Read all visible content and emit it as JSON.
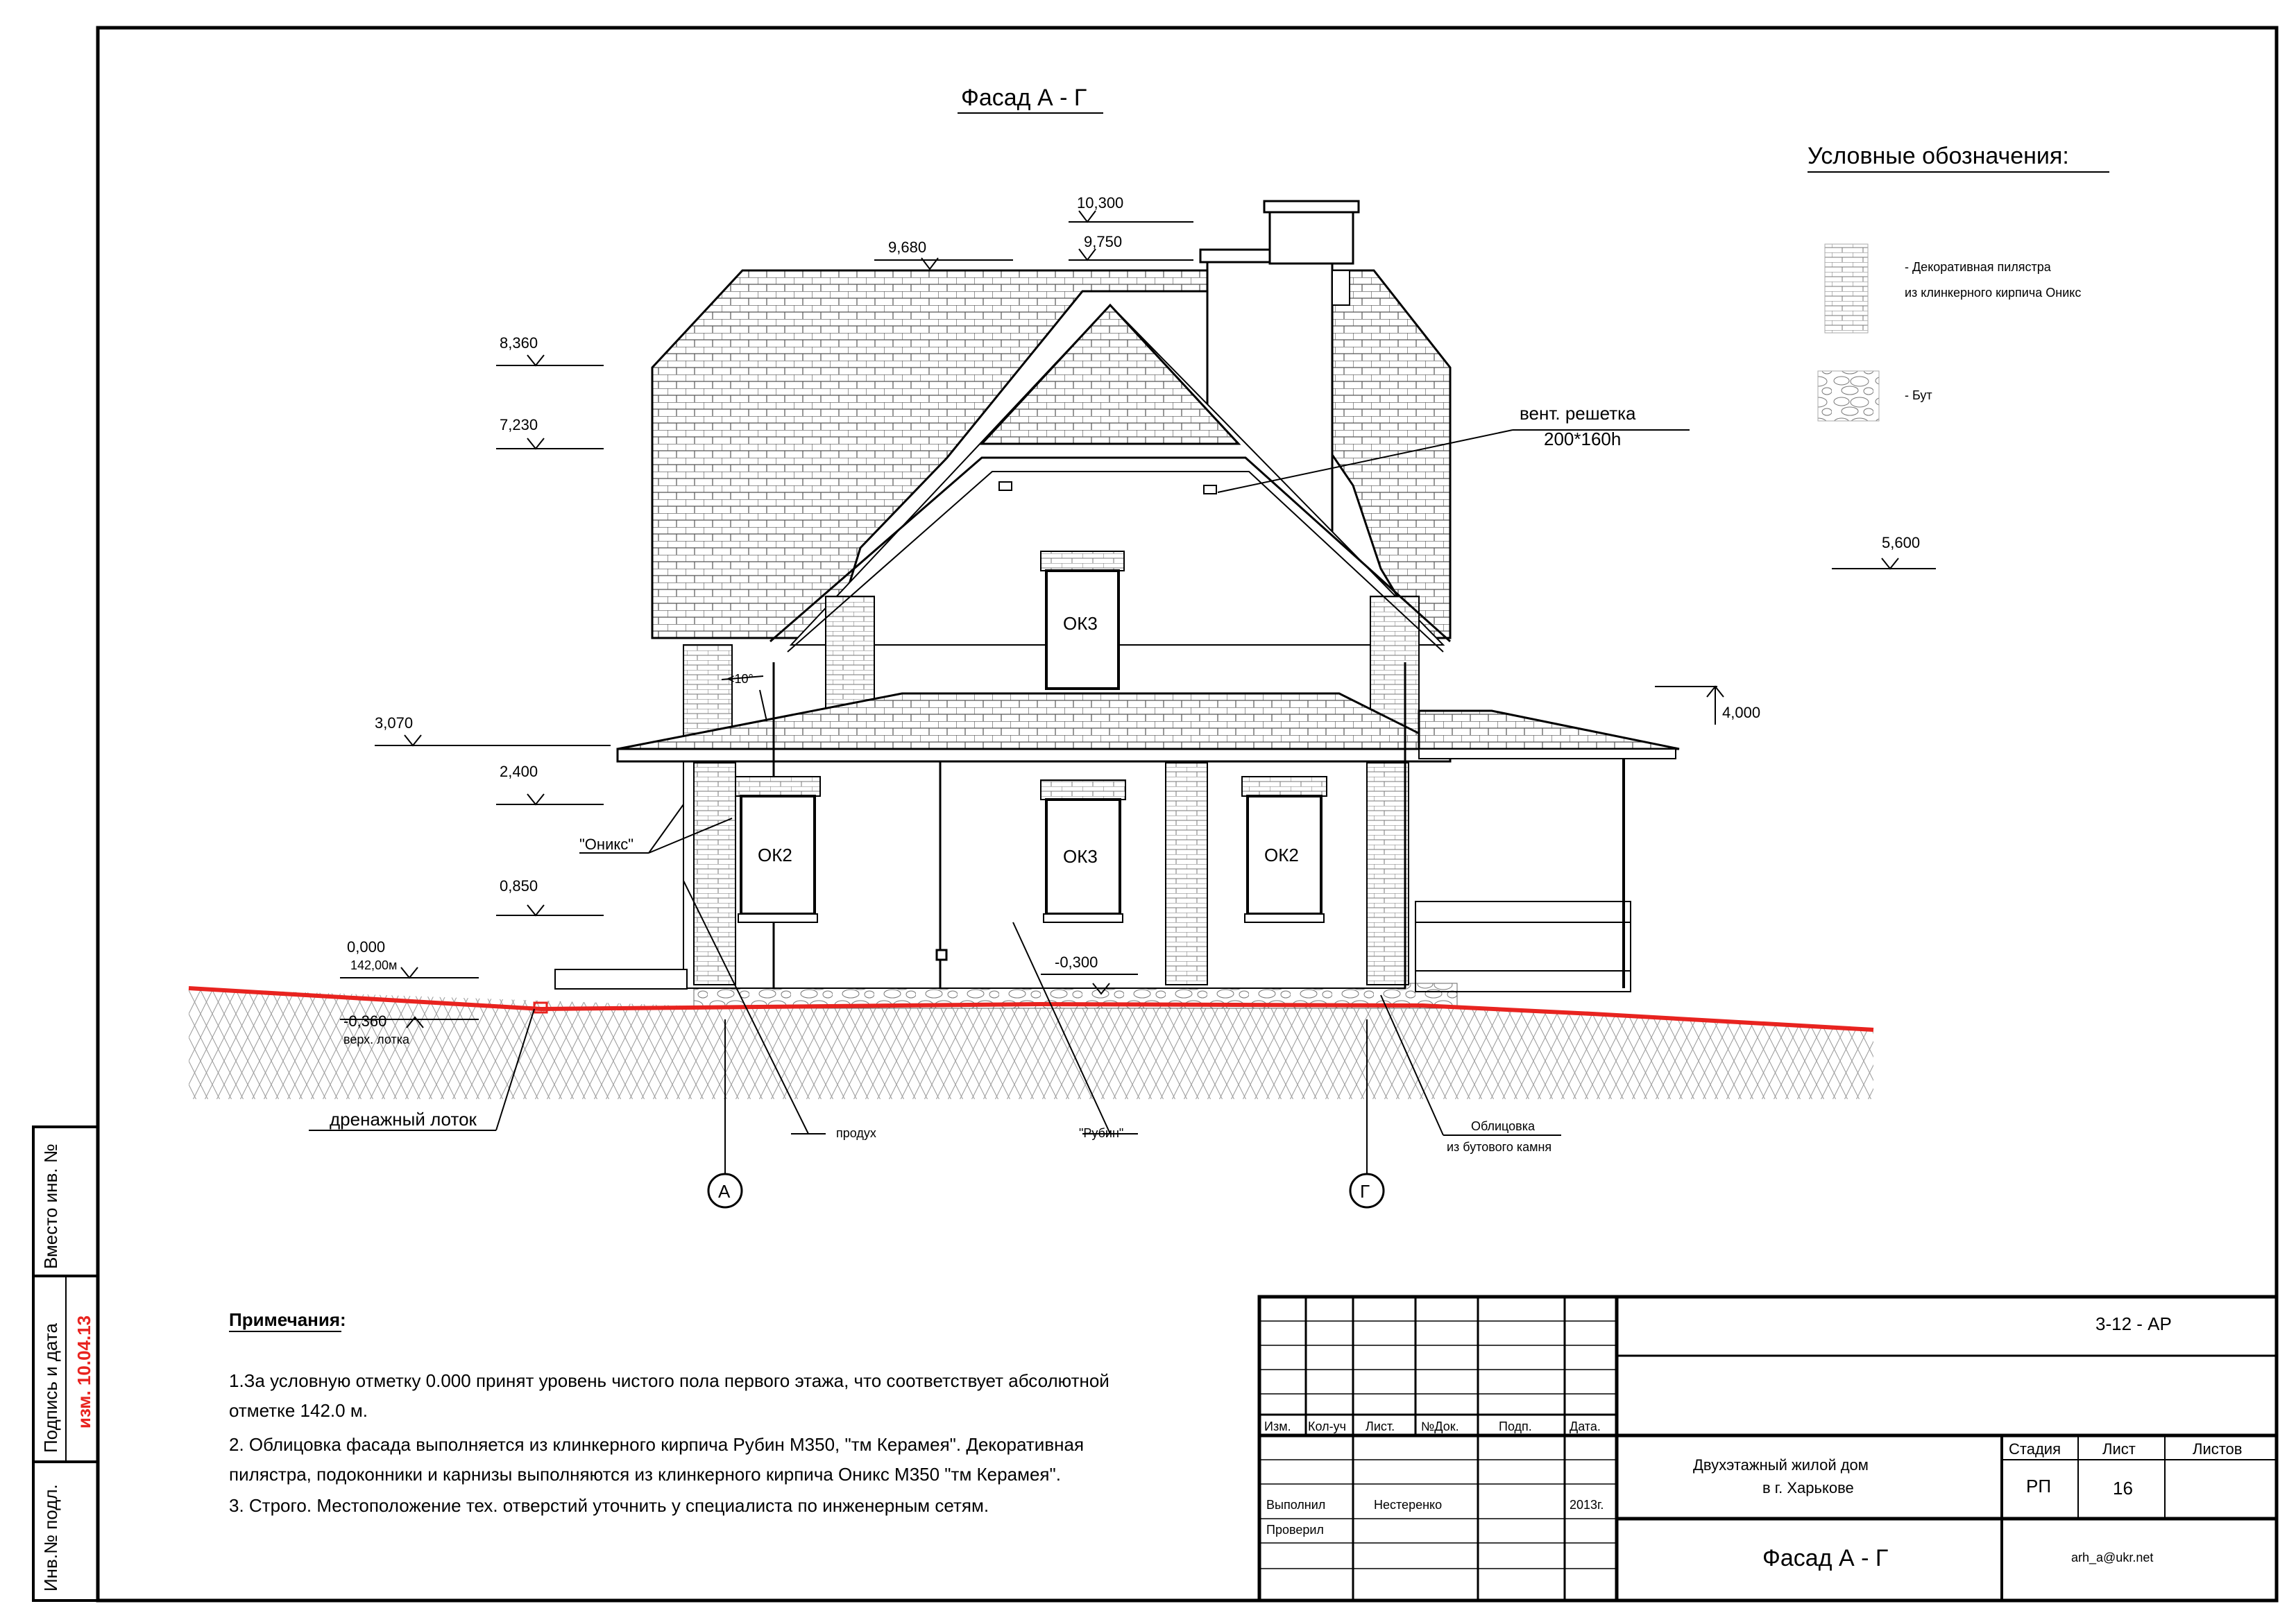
{
  "drawing": {
    "title": "Фасад А - Г",
    "legend": {
      "title": "Условные обозначения:",
      "items": [
        {
          "line1": "- Декоративная пилястра",
          "line2": "из клинкерного  кирпича Оникс"
        },
        {
          "line1": "- Бут",
          "line2": ""
        }
      ]
    },
    "levels": {
      "l10300": "10,300",
      "l9750": "9,750",
      "l9680": "9,680",
      "l8360": "8,360",
      "l7230": "7,230",
      "l5600": "5,600",
      "l4000": "4,000",
      "l3070": "3,070",
      "l2400": "2,400",
      "l0850": "0,850",
      "l0000": "0,000",
      "l0000sub": "142,00м",
      "lm0300": "-0,300",
      "lm0360": "-0,360",
      "lm0360sub": "верх. лотка"
    },
    "windows": {
      "ok3_attic": "ОК3",
      "ok2_left": "ОК2",
      "ok3_ground": "ОК3",
      "ok2_right": "ОК2"
    },
    "callouts": {
      "vent": "вент. решетка",
      "vent_size": "200*160h",
      "onyx": "\"Оникс\"",
      "slope": "<10°",
      "drain": "дренажный лоток",
      "vent_hole": "продух",
      "rubin": "\"Рубин\"",
      "cladding1": "Облицовка",
      "cladding2": "из бутового камня"
    },
    "axes": {
      "a": "А",
      "g": "Г"
    }
  },
  "notes": {
    "title": "Примечания:",
    "lines": [
      "1.За условную отметку 0.000 принят уровень чистого пола первого этажа, что соответствует абсолютной",
      "отметке 142.0 м.",
      "2. Облицовка фасада выполняется из клинкерного кирпича Рубин М350,  \"тм Керамея\". Декоративная",
      "пилястра, подоконники и карнизы выполняются  из клинкерного  кирпича Оникс М350 \"тм Керамея\".",
      "3. Строго. Местоположение тех. отверстий уточнить у специалиста по инженерным сетям."
    ]
  },
  "stamp": {
    "code": "3-12 - АР",
    "headers": [
      "Изм.",
      "Кол-уч",
      "Лист.",
      "№Док.",
      "Подп.",
      "Дата."
    ],
    "performed_label": "Выполнил",
    "performed_name": "Нестеренко",
    "performed_date": "2013г.",
    "checked_label": "Проверил",
    "project_line1": "Двухэтажный жилой дом",
    "project_line2": "в г. Харькове",
    "stage_label": "Стадия",
    "sheet_label": "Лист",
    "sheets_label": "Листов",
    "stage_value": "РП",
    "sheet_value": "16",
    "sheet_title": "Фасад А - Г",
    "email": "arh_a@ukr.net"
  },
  "side_stamp": {
    "inv_replace": "Вместо инв. №",
    "sign_date": "Подпись и дата",
    "revision": "изм. 10.04.13",
    "inv_orig": "Инв.№ подл."
  },
  "colors": {
    "ground_line": "#e8231f",
    "revision": "#e8231f",
    "ink": "#000000"
  }
}
